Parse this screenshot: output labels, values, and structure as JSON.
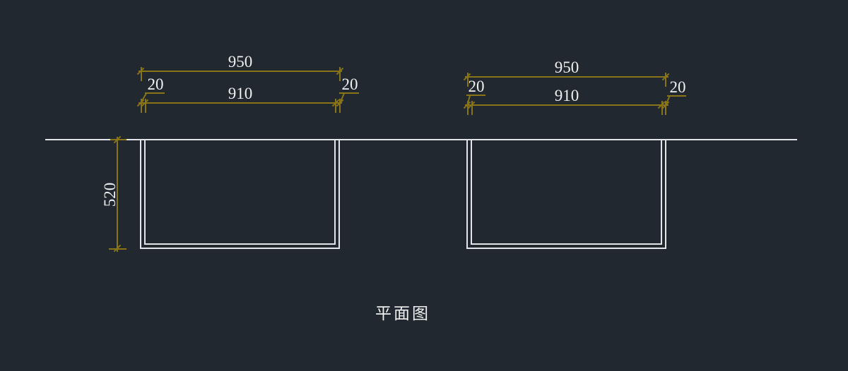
{
  "colors": {
    "background": "#212830",
    "line": "#e2e6e9",
    "dimension": "#8a7418",
    "text": "#f0f0f0"
  },
  "title": {
    "label": "平面图"
  },
  "tables": [
    {
      "overall_width": "950",
      "inner_width": "910",
      "left_thickness": "20",
      "right_thickness": "20"
    },
    {
      "overall_width": "950",
      "inner_width": "910",
      "left_thickness": "20",
      "right_thickness": "20"
    }
  ],
  "height_dim": {
    "value": "520"
  }
}
